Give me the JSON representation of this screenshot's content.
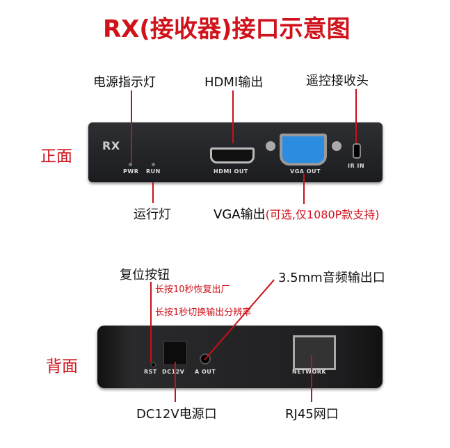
{
  "title": "RX(接收器)接口示意图",
  "front": {
    "side_label": "正面",
    "device_label": "RX",
    "silk": {
      "pwr": "PWR",
      "run": "RUN",
      "hdmi": "HDMI OUT",
      "vga": "VGA OUT",
      "ir": "IR IN"
    },
    "callouts": {
      "power_led": "电源指示灯",
      "hdmi": "HDMI输出",
      "ir": "遥控接收头",
      "run_led": "运行灯",
      "vga": "VGA输出",
      "vga_note": "(可选,仅1080P款支持)"
    }
  },
  "back": {
    "side_label": "背面",
    "silk": {
      "rst": "RST",
      "dc": "DC12V",
      "aout": "A OUT",
      "net": "NETWORK"
    },
    "callouts": {
      "reset": "复位按钮",
      "reset_note1": "长按10秒恢复出厂",
      "reset_note2": "长按1秒切换输出分辨率",
      "audio": "3.5mm音频输出口",
      "dc": "DC12V电源口",
      "rj45": "RJ45网口"
    }
  },
  "colors": {
    "accent": "#d0121b"
  }
}
